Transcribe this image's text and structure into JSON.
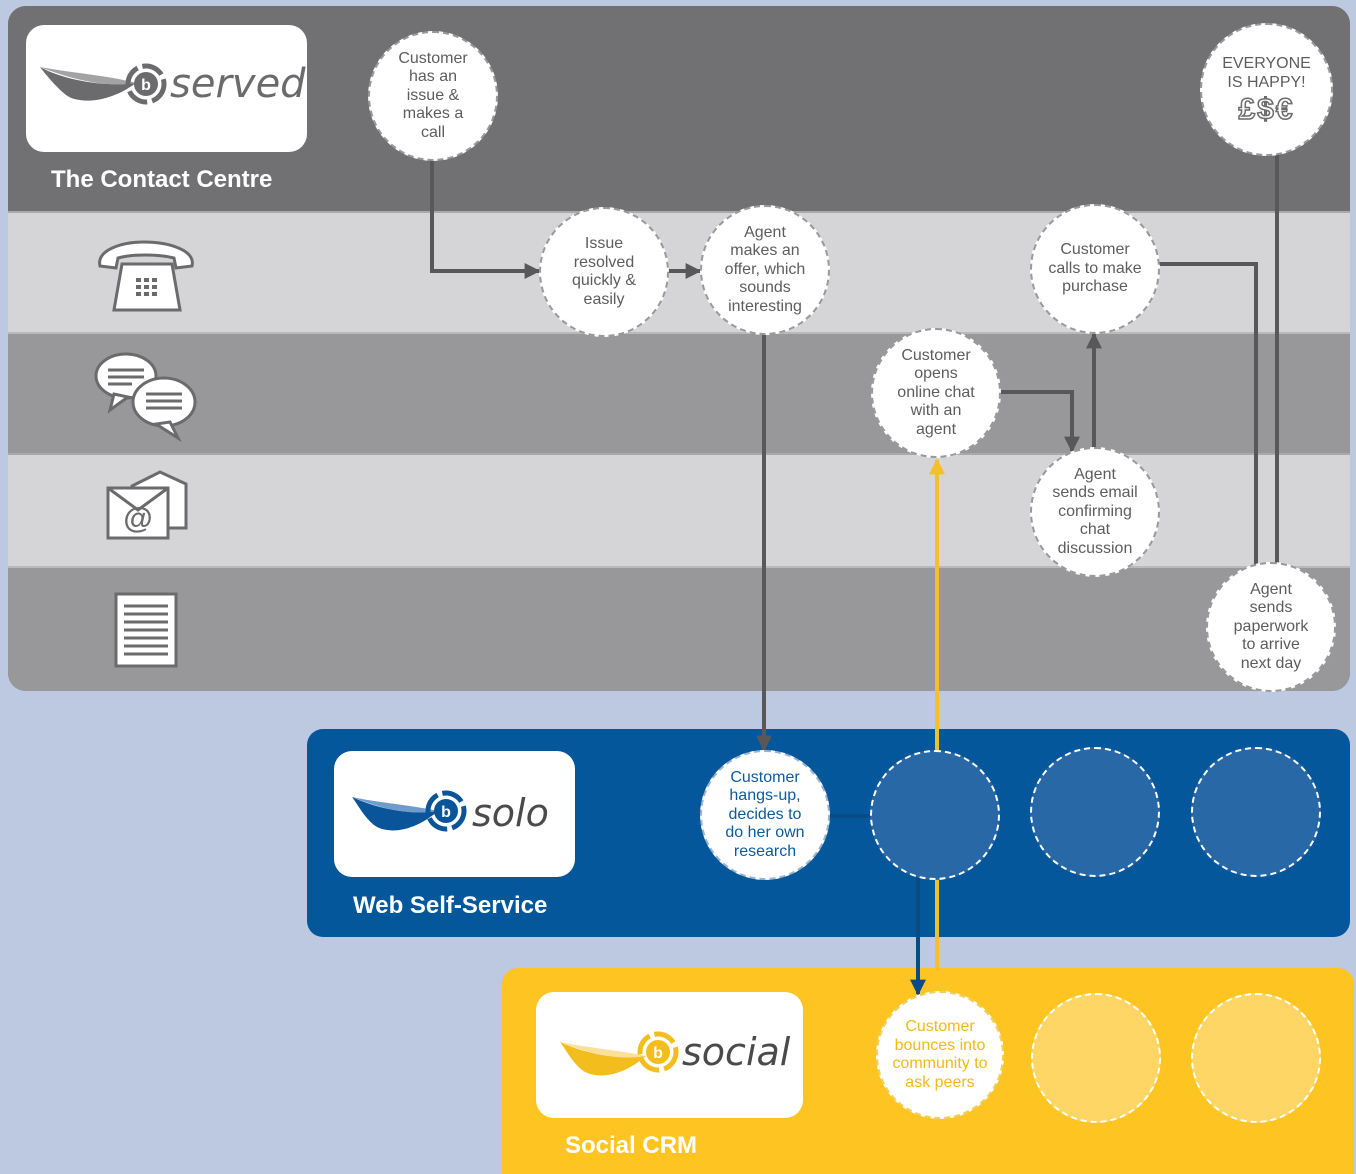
{
  "contact_centre": {
    "title": "The Contact Centre",
    "logo_wordmark": "served",
    "colors": {
      "header": "#717173",
      "lane_light": "#d5d5d7",
      "lane_dark": "#9a9a9c"
    },
    "channels": [
      "phone-icon",
      "chat-bubbles-icon",
      "email-icon",
      "document-icon"
    ]
  },
  "web_self_service": {
    "title": "Web Self-Service",
    "logo_wordmark": "solo",
    "color": "#03579a"
  },
  "social_crm": {
    "title": "Social CRM",
    "logo_wordmark": "social",
    "color": "#fdc422"
  },
  "nodes": {
    "customer_call": "Customer\nhas an\nissue &\nmakes a\ncall",
    "issue_resolved": "Issue\nresolved\nquickly &\neasily",
    "agent_offer": "Agent\nmakes an\noffer, which\nsounds\ninteresting",
    "customer_calls_purchase": "Customer\ncalls to make\npurchase",
    "everyone_happy": "EVERYONE\nIS HAPPY!",
    "currency_symbols": "£$€",
    "online_chat": "Customer\nopens\nonline chat\nwith an\nagent",
    "agent_email": "Agent\nsends email\nconfirming\nchat\ndiscussion",
    "agent_paperwork": "Agent\nsends\npaperwork\nto arrive\nnext day",
    "customer_hangs_up": "Customer\nhangs-up,\ndecides to\ndo her own\nresearch",
    "customer_community": "Customer\nbounces into\ncommunity to\nask peers"
  },
  "colors": {
    "connector_grey": "#58585a",
    "connector_blue": "#0b4b85",
    "connector_yellow": "#f4c02a"
  }
}
